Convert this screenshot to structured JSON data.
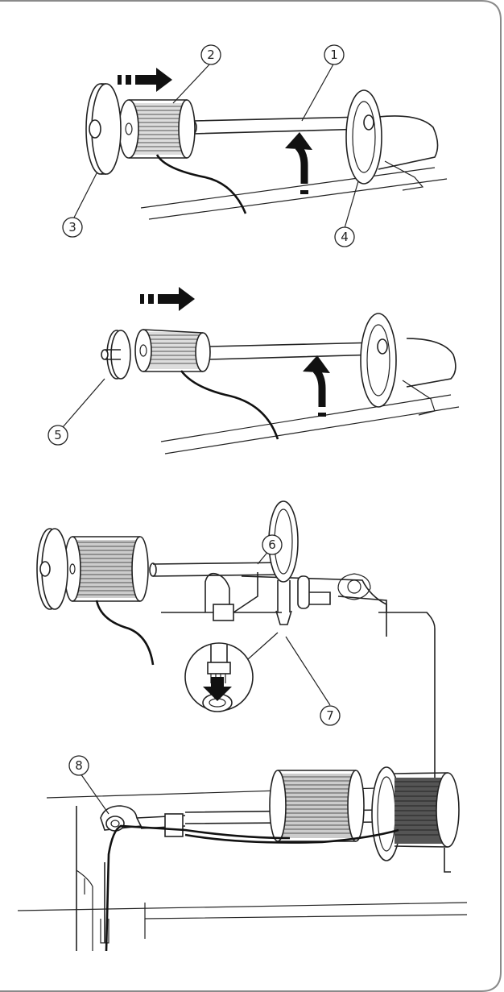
{
  "callouts": {
    "c1": "1",
    "c2": "2",
    "c3": "3",
    "c4": "4",
    "c5": "5",
    "c6": "6",
    "c7": "7",
    "c8": "8"
  },
  "colors": {
    "frame": "#8a8a8a",
    "ink": "#222222",
    "thread": "#111111"
  }
}
